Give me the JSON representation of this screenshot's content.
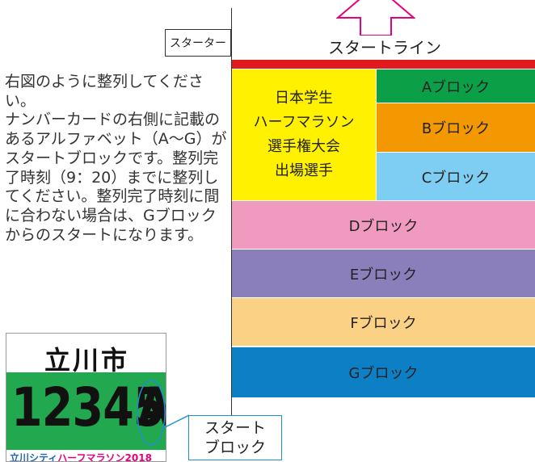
{
  "header": {
    "starter_label": "スターター",
    "start_line_label": "スタートライン"
  },
  "blocks": {
    "elite_lines": [
      "日本学生",
      "ハーフマラソン",
      "選手権大会",
      "出場選手"
    ],
    "a": "Aブロック",
    "b": "Bブロック",
    "c": "Cブロック",
    "d": "Dブロック",
    "e": "Eブロック",
    "f": "Fブロック",
    "g": "Gブロック"
  },
  "instructions": "右図のように整列してください。\nナンバーカードの右側に記載のあるアルファベット（A～G）がスタートブロックです。整列完了時刻（9：20）までに整列してください。整列完了時刻に間に合わない場合は、Gブロックからのスタートになります。",
  "bib": {
    "city": "立川市",
    "number": "12345",
    "block_letter": "A",
    "footer_prefix": "立川シティ",
    "footer_suffix": "ハーフマラソン2018"
  },
  "callout": {
    "line1": "スタート",
    "line2": "ブロック"
  },
  "colors": {
    "start_line": "#e01b1f",
    "elite": "#fff100",
    "a": "#0b9f48",
    "b": "#f39800",
    "c": "#7ecef4",
    "d": "#f09ac0",
    "e": "#8a7fbb",
    "f": "#fad185",
    "g": "#0d7fc5"
  },
  "icons": {
    "direction": "up-arrow-icon"
  }
}
